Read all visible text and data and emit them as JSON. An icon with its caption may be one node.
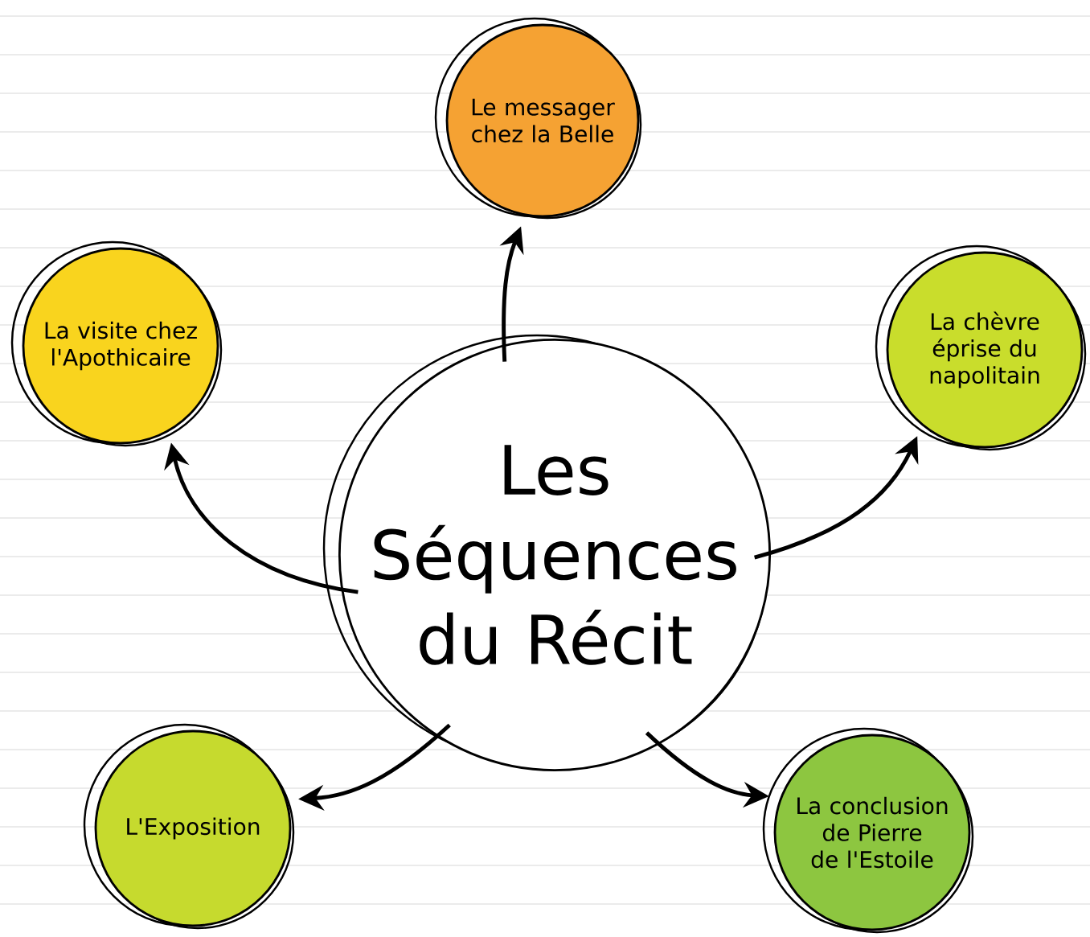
{
  "diagram": {
    "nodes": [
      {
        "text": [
          "Les Séquences du Récit"
        ]
      },
      {
        "text": [
          "Le messager chez la Belle"
        ]
      },
      {
        "text": [
          "La visite chez l'Apothicaire"
        ]
      },
      {
        "text": [
          "La chèvre éprise du napolitain"
        ]
      },
      {
        "text": [
          "L'Exposition"
        ]
      },
      {
        "text": [
          "La conclusion de Pierre de l'Estoile"
        ]
      }
    ],
    "edges": [
      {
        "from": 0,
        "to": 1,
        "arrow": "to"
      },
      {
        "from": 0,
        "to": 2,
        "arrow": "to"
      },
      {
        "from": 0,
        "to": 3,
        "arrow": "to"
      },
      {
        "from": 0,
        "to": 4,
        "arrow": "to"
      },
      {
        "from": 0,
        "to": 5,
        "arrow": "to"
      }
    ]
  }
}
